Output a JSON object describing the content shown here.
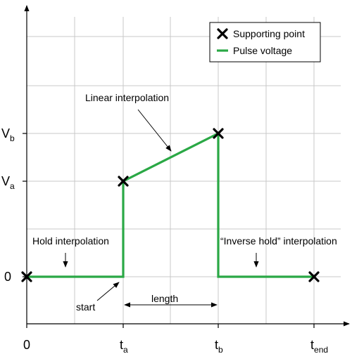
{
  "chart_data": {
    "type": "line",
    "x_ticks": [
      {
        "key": "t0",
        "base": "0",
        "sub": ""
      },
      {
        "key": "ta",
        "base": "t",
        "sub": "a"
      },
      {
        "key": "tb",
        "base": "t",
        "sub": "b"
      },
      {
        "key": "tend",
        "base": "t",
        "sub": "end"
      }
    ],
    "y_ticks": [
      {
        "key": "v0",
        "base": "0",
        "sub": ""
      },
      {
        "key": "Va",
        "base": "V",
        "sub": "a"
      },
      {
        "key": "Vb",
        "base": "V",
        "sub": "b"
      }
    ],
    "series": [
      {
        "name": "Pulse voltage",
        "color": "#2aa845",
        "points": [
          [
            "t0",
            "v0"
          ],
          [
            "ta",
            "v0"
          ],
          [
            "ta",
            "Va"
          ],
          [
            "tb",
            "Vb"
          ],
          [
            "tb",
            "v0"
          ],
          [
            "tend",
            "v0"
          ]
        ]
      }
    ],
    "supporting_points": [
      [
        "t0",
        "v0"
      ],
      [
        "ta",
        "Va"
      ],
      [
        "tb",
        "Vb"
      ],
      [
        "tend",
        "v0"
      ]
    ],
    "legend": {
      "position": "top-right",
      "entries": [
        {
          "label": "Supporting point",
          "symbol": "x-marker"
        },
        {
          "label": "Pulse voltage",
          "symbol": "green-line"
        }
      ]
    },
    "annotations": {
      "linear": "Linear interpolation",
      "hold": "Hold interpolation",
      "inverse_hold": "“Inverse hold” interpolation",
      "start": "start",
      "length": "length"
    },
    "grid": true,
    "colors": {
      "grid": "#c8c8c8",
      "axis": "#000000",
      "series": "#2aa845"
    }
  }
}
